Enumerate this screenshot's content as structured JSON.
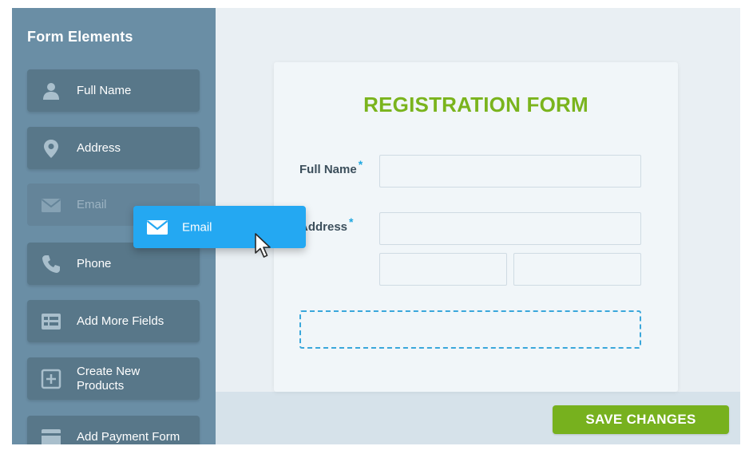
{
  "sidebar": {
    "title": "Form Elements",
    "items": [
      {
        "label": "Full Name",
        "icon": "person-icon"
      },
      {
        "label": "Address",
        "icon": "map-pin-icon"
      },
      {
        "label": "Email",
        "icon": "envelope-icon"
      },
      {
        "label": "Phone",
        "icon": "phone-icon"
      },
      {
        "label": "Add More Fields",
        "icon": "fields-list-icon"
      },
      {
        "label": "Create New\nProducts",
        "icon": "plus-square-icon"
      },
      {
        "label": "Add Payment Form",
        "icon": "payment-form-icon"
      }
    ]
  },
  "dragging": {
    "label": "Email",
    "icon": "envelope-icon"
  },
  "form": {
    "title": "REGISTRATION FORM",
    "fields": [
      {
        "label": "Full Name",
        "required_mark": "*"
      },
      {
        "label": "Address",
        "required_mark": "*"
      }
    ]
  },
  "actions": {
    "save_label": "SAVE CHANGES"
  },
  "colors": {
    "sidebar_bg": "#6a8ea5",
    "sidebar_item_bg": "#587789",
    "drag_chip_bg": "#24a8f2",
    "title_green": "#7ab41d",
    "save_green": "#77b11e",
    "required_blue": "#1fa7e0"
  }
}
